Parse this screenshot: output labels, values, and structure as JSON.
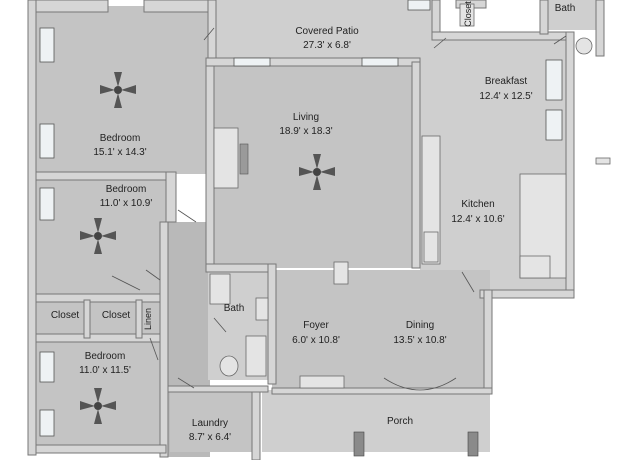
{
  "rooms": {
    "covered_patio": {
      "name": "Covered Patio",
      "size": "27.3' x 6.8'"
    },
    "bath_top": {
      "name": "Bath"
    },
    "closet_top": {
      "name": "Closet"
    },
    "breakfast": {
      "name": "Breakfast",
      "size": "12.4' x 12.5'"
    },
    "living": {
      "name": "Living",
      "size": "18.9' x 18.3'"
    },
    "bedroom1": {
      "name": "Bedroom",
      "size": "15.1' x 14.3'"
    },
    "bedroom2": {
      "name": "Bedroom",
      "size": "11.0' x 10.9'"
    },
    "kitchen": {
      "name": "Kitchen",
      "size": "12.4' x 10.6'"
    },
    "closet1": {
      "name": "Closet"
    },
    "closet2": {
      "name": "Closet"
    },
    "linen": {
      "name": "Linen"
    },
    "bath_mid": {
      "name": "Bath"
    },
    "foyer": {
      "name": "Foyer",
      "size": "6.0' x 10.8'"
    },
    "dining": {
      "name": "Dining",
      "size": "13.5' x 10.8'"
    },
    "bedroom3": {
      "name": "Bedroom",
      "size": "11.0' x 11.5'"
    },
    "laundry": {
      "name": "Laundry",
      "size": "8.7' x 6.4'"
    },
    "porch": {
      "name": "Porch"
    }
  },
  "colors": {
    "floor": "#c4c4c4",
    "wall": "#d6d6d6",
    "outline": "#777777"
  }
}
